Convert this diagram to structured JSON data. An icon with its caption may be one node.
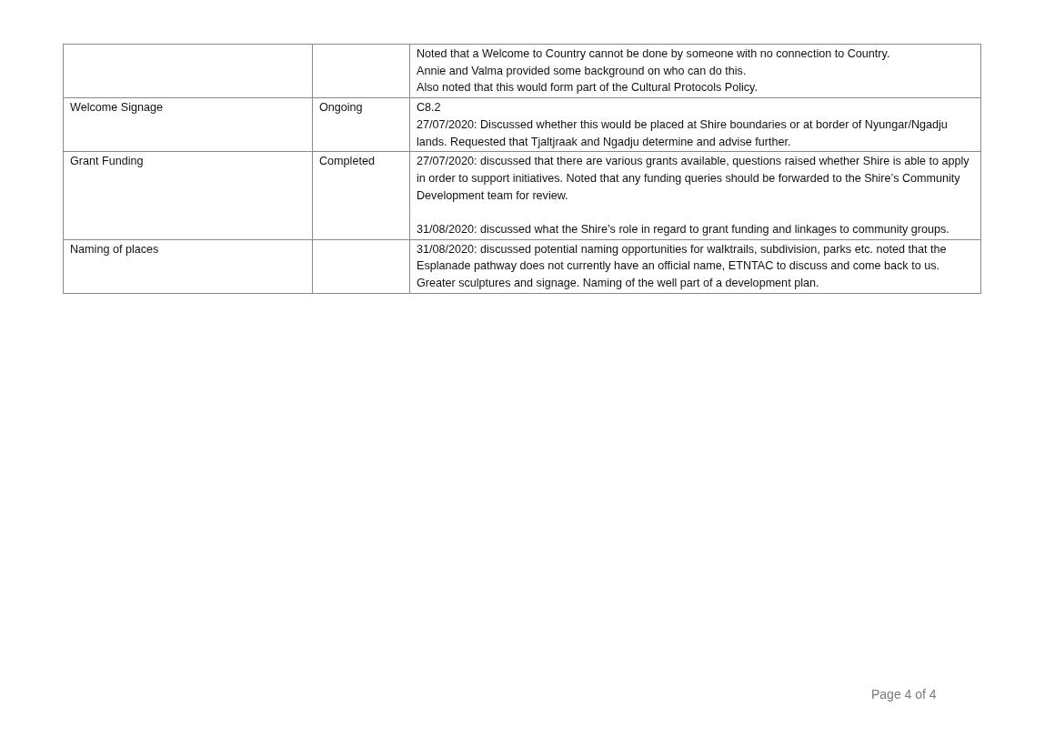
{
  "diagram": {
    "labels": [
      "Noted that a Welcome to Country cannot be done by someone with no connection to Country.",
      "Annie and Valma provided some background on who can do this.",
      "Also noted that this would form part of the Cultural Protocols Policy.",
      "Welcome Signage",
      "Ongoing",
      "C8.2",
      "27/07/2020: Discussed whether this would be placed at Shire boundaries or at border of Nyungar/Ngadju lands. Requested that Tjaltjraak and Ngadju determine and advise further.",
      "Grant Funding",
      "Completed",
      "27/07/2020: discussed that there are various grants available, questions raised whether Shire is able to apply in order to support initiatives. Noted that any funding queries should be forwarded to the Shire’s Community Development team for review.",
      "31/08/2020: discussed what the Shire’s role in regard to grant funding and linkages to community groups.",
      "Naming of places",
      "31/08/2020: discussed potential naming opportunities for walktrails, subdivision, parks etc. noted that the Esplanade pathway does not currently have an official name, ETNTAC to discuss and come back to us. Greater sculptures and signage. Naming of the well part of a development plan.",
      "Page 4 of 4"
    ]
  }
}
